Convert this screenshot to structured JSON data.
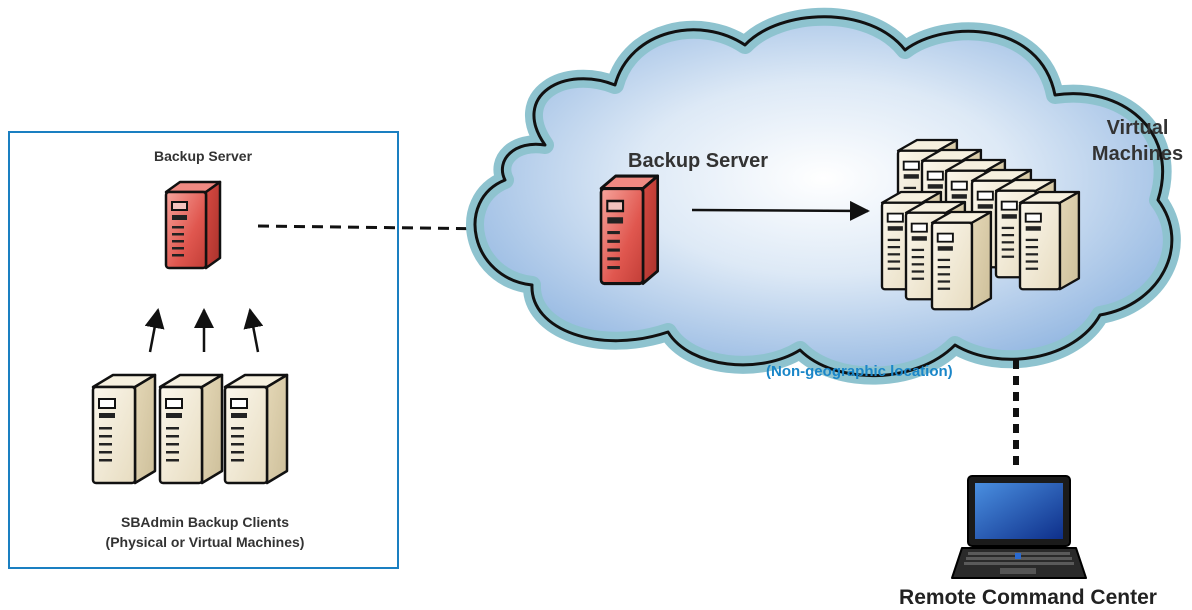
{
  "local_site": {
    "server_label": "Backup Server",
    "clients_label_line1": "SBAdmin Backup Clients",
    "clients_label_line2": "(Physical or Virtual Machines)"
  },
  "cloud": {
    "server_label": "Backup Server",
    "vm_label_line1": "Virtual",
    "vm_label_line2": "Machines",
    "location_note": "(Non-geographic location)"
  },
  "remote": {
    "label": "Remote Command Center"
  },
  "colors": {
    "site_border": "#1a7fc1",
    "server_red": "#e0574f",
    "server_beige": "#efe6cc",
    "cloud_fill": "#a9c6e8",
    "cloud_rim": "#8ec3cf",
    "note_blue": "#1a86c8"
  },
  "icons": [
    "server-icon",
    "cloud-icon",
    "laptop-icon",
    "arrow-icon"
  ]
}
